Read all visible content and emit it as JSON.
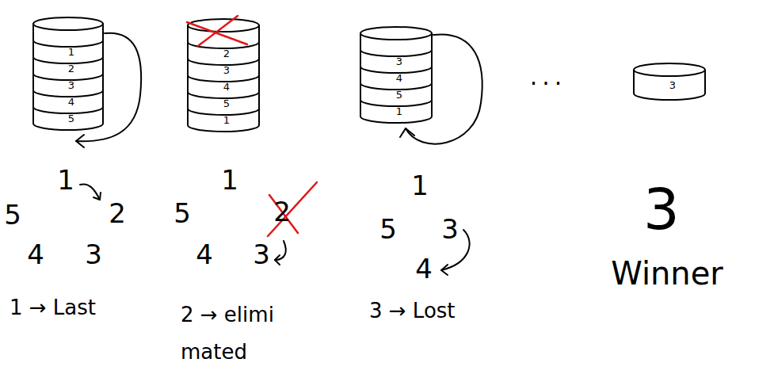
{
  "diagram": {
    "nodes": [
      {
        "text": [
          "1"
        ]
      },
      {
        "text": [
          "2"
        ]
      },
      {
        "text": [
          "3"
        ]
      },
      {
        "text": [
          "4"
        ]
      },
      {
        "text": [
          "5"
        ]
      },
      {
        "text": [
          "2"
        ]
      },
      {
        "text": [
          "3"
        ]
      },
      {
        "text": [
          "4"
        ]
      },
      {
        "text": [
          "5"
        ]
      },
      {
        "text": [
          "1"
        ]
      },
      {
        "text": [
          "3"
        ]
      },
      {
        "text": [
          "4"
        ]
      },
      {
        "text": [
          "5"
        ]
      },
      {
        "text": [
          "1"
        ]
      },
      {
        "text": [
          "3"
        ]
      }
    ],
    "labels": [
      "1",
      "5",
      "2",
      "4",
      "3",
      "1",
      "5",
      "2",
      "4",
      "3",
      "1",
      "5",
      "3",
      "4",
      "...",
      "3",
      "Winner",
      "1 → Last",
      "2 → elimi mated",
      "3 → Lost"
    ]
  }
}
